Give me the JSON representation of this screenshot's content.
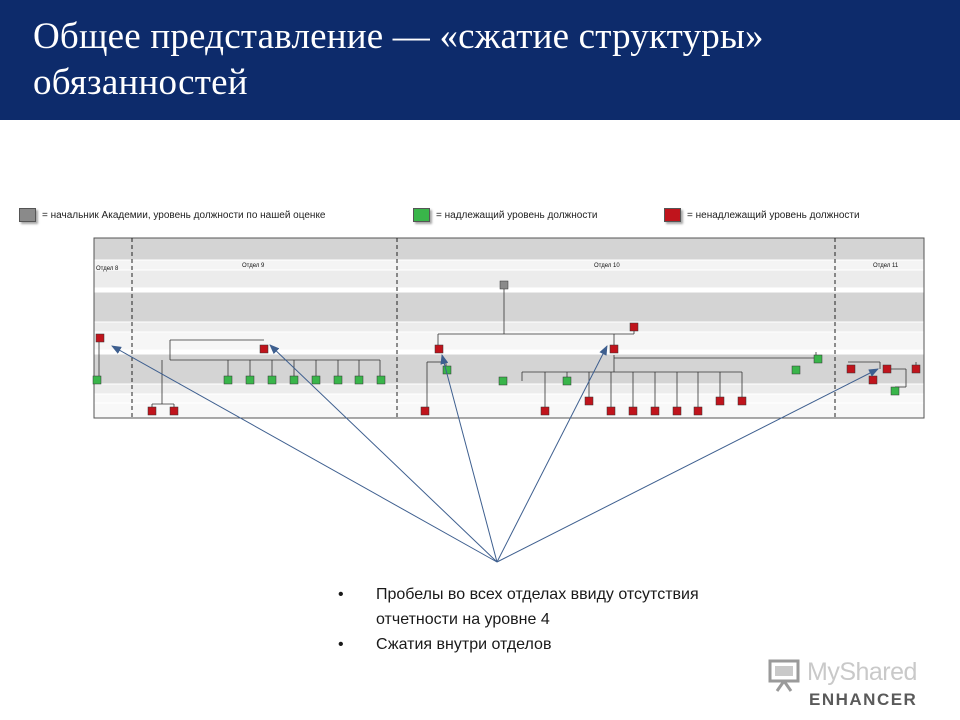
{
  "slide": {
    "title": "Общее представление — «сжатие структуры» обязанностей"
  },
  "legend": [
    {
      "color": "#8a8a8a",
      "label": "= начальник Академии, уровень должности по нашей оценке"
    },
    {
      "color": "#39b54a",
      "label": "= надлежащий уровень должности"
    },
    {
      "color": "#c0141c",
      "label": "= ненадлежащий уровень должности"
    }
  ],
  "departments": [
    "Отдел 8",
    "Отдел 9",
    "Отдел 10",
    "Отдел 11"
  ],
  "bullets": [
    "Пробелы во всех отделах ввиду отсутствия отчетности на уровне 4",
    "Сжатия внутри отделов"
  ],
  "logo": {
    "name": "MyShared",
    "sub": "ENHANCER"
  },
  "colors": {
    "header_bg": "#0d2b6b",
    "band_dark": "#d4d4d4",
    "band_light": "#ececec",
    "arrow": "#3e5f8f"
  }
}
